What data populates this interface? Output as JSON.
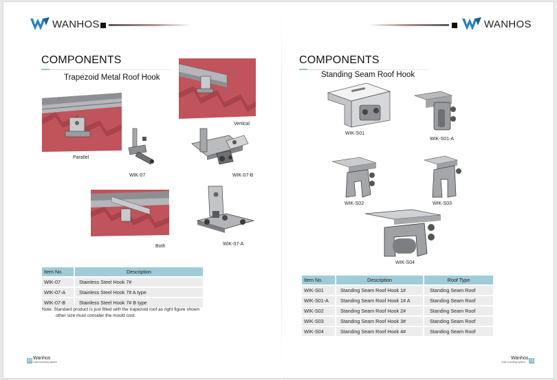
{
  "brand": {
    "name": "WANHOS"
  },
  "left_page": {
    "title": "COMPONENTS",
    "subtitle": "Trapezoid Metal Roof Hook",
    "captions": {
      "parallel": "Parallel",
      "vertical": "Vertical",
      "both": "Both",
      "wik07": "WIK-07",
      "wik07b": "WIK-07-B",
      "wik07a": "WIK-07-A"
    },
    "table": {
      "headers": [
        "Item No.",
        "Description"
      ],
      "rows": [
        [
          "WIK-07",
          "Stainless Steel Hook 7#"
        ],
        [
          "WIK-07-A",
          "Stainless Steel Hook 7# A type"
        ],
        [
          "WIK-07-B",
          "Stainless Steel Hook 7# B type"
        ]
      ]
    },
    "note_line1": "Note: Standard product is just fitted with the trapezoid roof as right figure shown",
    "note_line2": "other size must consider the mould cost.",
    "footer": {
      "page": "10",
      "brand": "Wanhos",
      "sub": "solar mounting system"
    }
  },
  "right_page": {
    "title": "COMPONENTS",
    "subtitle": "Standing Seam Roof Hook",
    "captions": {
      "s01": "WIK-S01",
      "s01a": "WIK-S01-A",
      "s02": "WIK-S02",
      "s03": "WIK-S03",
      "s04": "WIK-S04"
    },
    "table": {
      "headers": [
        "Item No.",
        "Description",
        "Roof Type"
      ],
      "rows": [
        [
          "WIK-S01",
          "Standing Seam Roof Hook 1#",
          "Standing Seam Roof"
        ],
        [
          "WIK-S01-A",
          "Standing Seam Roof Hook 1# A",
          "Standing Seam Roof"
        ],
        [
          "WIK-S02",
          "Standing Seam Roof Hook 2#",
          "Standing Seam Roof"
        ],
        [
          "WIK-S03",
          "Standing Seam Roof Hook 3#",
          "Standing Seam Roof"
        ],
        [
          "WIK-S04",
          "Standing Seam Roof Hook 4#",
          "Standing Seam Roof"
        ]
      ]
    },
    "footer": {
      "page": "11",
      "brand": "Wanhos",
      "sub": "solar mounting system"
    }
  },
  "colors": {
    "roof_red": "#c0535b",
    "table_header": "#9fccd8",
    "table_cell": "#ececec",
    "accent": "#8fc3d1",
    "logo_blue": "#2a7fbf"
  }
}
